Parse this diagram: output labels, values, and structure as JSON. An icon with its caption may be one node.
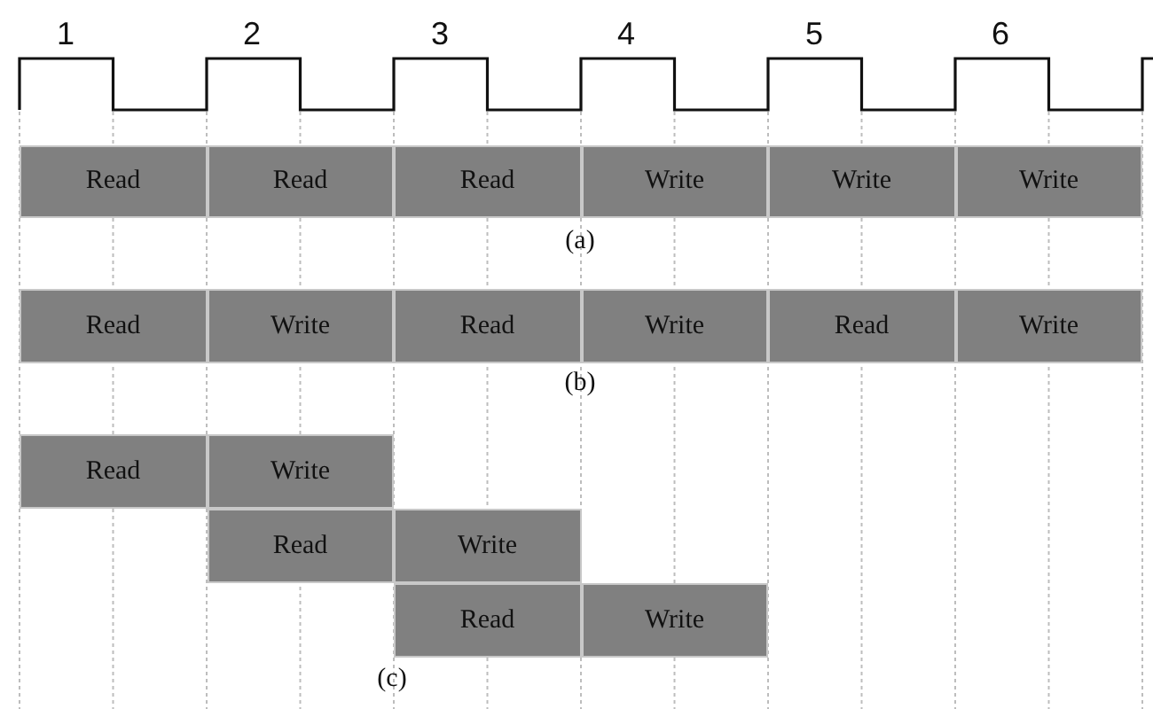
{
  "diagram": {
    "nodes": [
      {
        "text": [
          "Read"
        ]
      },
      {
        "text": [
          "Read"
        ]
      },
      {
        "text": [
          "Read"
        ]
      },
      {
        "text": [
          "Write"
        ]
      },
      {
        "text": [
          "Write"
        ]
      },
      {
        "text": [
          "Write"
        ]
      },
      {
        "text": [
          "Read"
        ]
      },
      {
        "text": [
          "Write"
        ]
      },
      {
        "text": [
          "Read"
        ]
      },
      {
        "text": [
          "Write"
        ]
      },
      {
        "text": [
          "Read"
        ]
      },
      {
        "text": [
          "Write"
        ]
      },
      {
        "text": [
          "Read"
        ]
      },
      {
        "text": [
          "Write"
        ]
      },
      {
        "text": [
          "Read"
        ]
      },
      {
        "text": [
          "Write"
        ]
      },
      {
        "text": [
          "Read"
        ]
      },
      {
        "text": [
          "Write"
        ]
      }
    ],
    "labels": [
      "1",
      "2",
      "3",
      "4",
      "5",
      "6",
      "(a)",
      "(b)",
      "(c)"
    ]
  }
}
